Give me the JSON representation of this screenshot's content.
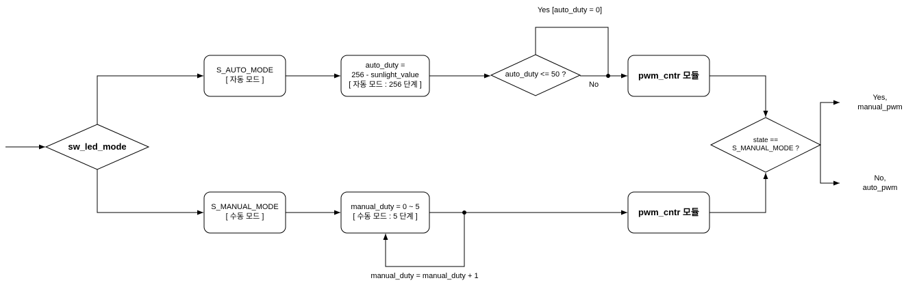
{
  "nodes": {
    "sw_led_mode": "sw_led_mode",
    "auto_mode": {
      "line1": "S_AUTO_MODE",
      "line2": "[ 자동 모드 ]"
    },
    "manual_mode": {
      "line1": "S_MANUAL_MODE",
      "line2": "[ 수동 모드 ]"
    },
    "auto_duty_calc": {
      "line1": "auto_duty =",
      "line2": "256 - sunlight_value",
      "line3": "[ 자동 모드 : 256 단계 ]"
    },
    "manual_duty_calc": {
      "line1": "manual_duty = 0 ~ 5",
      "line2": "[ 수동 모드 : 5 단계 ]"
    },
    "auto_check": "auto_duty <= 50 ?",
    "pwm_top": "pwm_cntr 모듈",
    "pwm_bottom": "pwm_cntr 모듈",
    "state_check": {
      "line1": "state ==",
      "line2": "S_MANUAL_MODE ?"
    }
  },
  "edge_labels": {
    "yes_auto": "Yes [auto_duty = 0]",
    "no_auto": "No",
    "manual_increment": "manual_duty = manual_duty + 1",
    "yes_output": {
      "line1": "Yes,",
      "line2": "manual_pwm"
    },
    "no_output": {
      "line1": "No,",
      "line2": "auto_pwm"
    }
  }
}
